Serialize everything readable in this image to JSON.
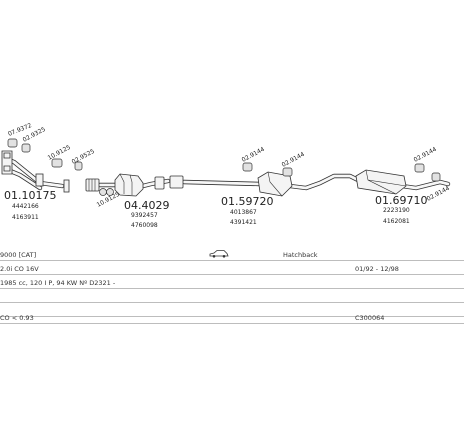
{
  "diagram": {
    "main_parts": {
      "manifold": "01.10175",
      "catalyst": "04.4029",
      "middle_silencer": "01.59720",
      "rear_silencer": "01.69710"
    },
    "oe_numbers": {
      "manifold_a": "4442166",
      "manifold_b": "4163911",
      "catalyst_a": "9392457",
      "catalyst_b": "4760098",
      "middle_a": "4013867",
      "middle_b": "4391421",
      "rear_a": "2223190",
      "rear_b": "4162081"
    },
    "fittings": {
      "f1": "07.9372",
      "f2": "02.9325",
      "f3": "10.9125",
      "f4": "02.9525",
      "f5": "10.9125",
      "f6": "02.9144",
      "f7": "02.9144",
      "f8": "02.9144",
      "f9": "02.9144"
    }
  },
  "info": {
    "model": "9000 [CAT]",
    "body_type": "Hatchback",
    "engine": "2.0i CO 16V",
    "production": "01/92 - 12/98",
    "specs": "1985 cc, 120 I P, 94 KW Nº D2321 -",
    "co_value": "CO < 0.93",
    "system_code": "C300064"
  }
}
